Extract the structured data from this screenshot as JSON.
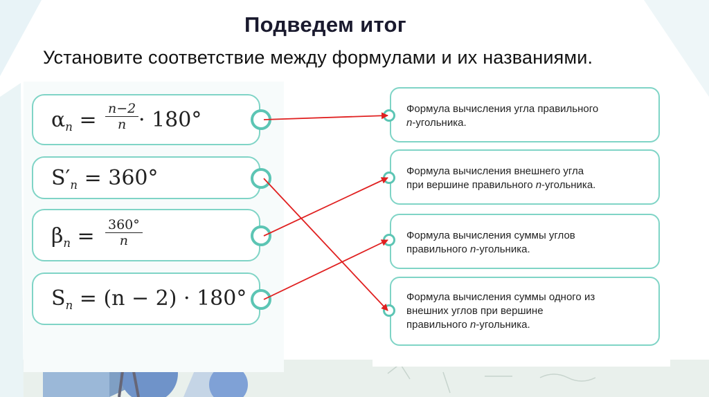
{
  "slide": {
    "title": "Подведем итог",
    "subtitle": "Установите соответствие между формулами и их названиями."
  },
  "formulas": [
    {
      "symbol": "α",
      "sub": "n",
      "eq": "=",
      "numerator": "n−2",
      "denominator": "n",
      "tail": "· 180°"
    },
    {
      "symbol": "S′",
      "sub": "n",
      "eq": "=",
      "rest": "360°"
    },
    {
      "symbol": "β",
      "sub": "n",
      "eq": "=",
      "numerator": "360°",
      "denominator": "n"
    },
    {
      "symbol": "S",
      "sub": "n",
      "eq": "=",
      "rest": "(n − 2) · 180°"
    }
  ],
  "descriptions": [
    {
      "line1": "Формула вычисления угла правильного",
      "line2_italic": "n",
      "line2": "-угольника."
    },
    {
      "line1": "Формула вычисления внешнего угла",
      "line2_prefix": "при вершине правильного ",
      "line2_italic": "n",
      "line2": "-угольника."
    },
    {
      "line1": "Формула вычисления суммы углов",
      "line2_prefix": "правильного ",
      "line2_italic": "n",
      "line2": "-угольника."
    },
    {
      "line1": "Формула вычисления суммы одного из",
      "line2": "внешних углов при вершине",
      "line3_prefix": "правильного ",
      "line3_italic": "n",
      "line3": "-угольника."
    }
  ],
  "matches": [
    [
      0,
      0
    ],
    [
      1,
      3
    ],
    [
      2,
      1
    ],
    [
      3,
      2
    ]
  ],
  "colors": {
    "accent": "#5cc5b4",
    "arrow": "#e02020"
  }
}
